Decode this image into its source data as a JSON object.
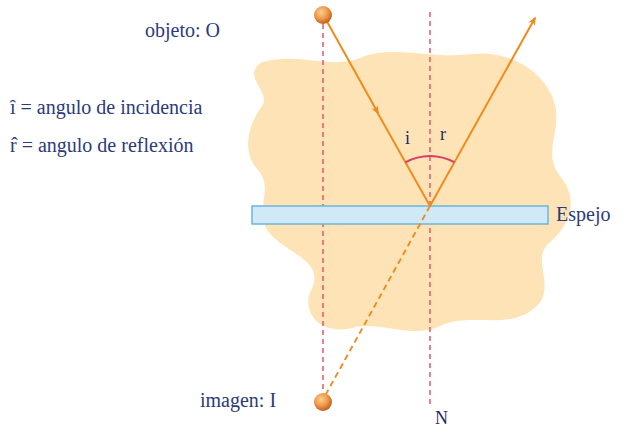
{
  "diagram": {
    "labels": [
      "objeto: O",
      "î = angulo de incidencia",
      "r̂ = angulo de reflexión",
      "i",
      "r",
      "Espejo",
      "imagen: I",
      "N"
    ]
  }
}
